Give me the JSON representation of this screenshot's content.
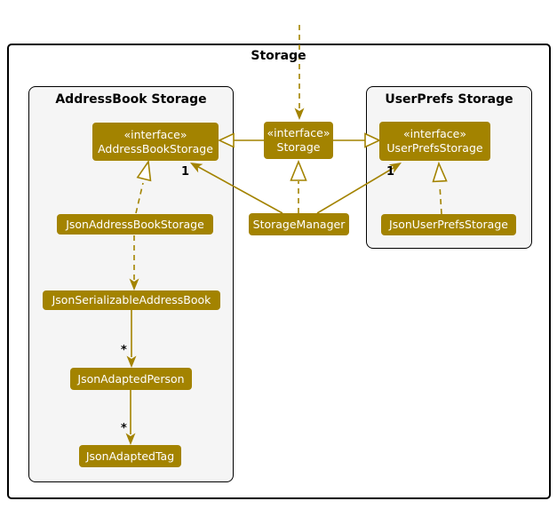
{
  "diagram": {
    "type": "uml-class-diagram",
    "frame_title": "Storage",
    "colors": {
      "node_bg": "#A38300",
      "node_text": "#FFFFFF",
      "line": "#A38300",
      "package_bg": "#F5F5F5",
      "package_border": "#000000",
      "frame_border": "#000000"
    },
    "packages": {
      "address_book": {
        "title": "AddressBook Storage"
      },
      "user_prefs": {
        "title": "UserPrefs Storage"
      }
    },
    "nodes": {
      "address_book_storage": {
        "stereotype": "«interface»",
        "name": "AddressBookStorage"
      },
      "storage": {
        "stereotype": "«interface»",
        "name": "Storage"
      },
      "user_prefs_storage": {
        "stereotype": "«interface»",
        "name": "UserPrefsStorage"
      },
      "json_address_book_storage": {
        "name": "JsonAddressBookStorage"
      },
      "storage_manager": {
        "name": "StorageManager"
      },
      "json_user_prefs_storage": {
        "name": "JsonUserPrefsStorage"
      },
      "json_serializable_address_book": {
        "name": "JsonSerializableAddressBook"
      },
      "json_adapted_person": {
        "name": "JsonAdaptedPerson"
      },
      "json_adapted_tag": {
        "name": "JsonAdaptedTag"
      }
    },
    "labels": {
      "mult_manager_to_address_book": "1",
      "mult_manager_to_user_prefs": "1",
      "mult_serializable_to_person": "*",
      "mult_person_to_tag": "*"
    },
    "edges": [
      {
        "from": "external",
        "to": "storage",
        "type": "dashed-dependency-arrow"
      },
      {
        "from": "storage",
        "to": "address_book_storage",
        "type": "extends-hollow-triangle"
      },
      {
        "from": "storage",
        "to": "user_prefs_storage",
        "type": "extends-hollow-triangle"
      },
      {
        "from": "storage_manager",
        "to": "storage",
        "type": "implements-dashed-hollow-triangle"
      },
      {
        "from": "storage_manager",
        "to": "address_book_storage",
        "type": "association",
        "multiplicity": "1"
      },
      {
        "from": "storage_manager",
        "to": "user_prefs_storage",
        "type": "association",
        "multiplicity": "1"
      },
      {
        "from": "json_address_book_storage",
        "to": "address_book_storage",
        "type": "implements-dashed-hollow-triangle"
      },
      {
        "from": "json_user_prefs_storage",
        "to": "user_prefs_storage",
        "type": "implements-dashed-hollow-triangle"
      },
      {
        "from": "json_address_book_storage",
        "to": "json_serializable_address_book",
        "type": "dashed-dependency-arrow"
      },
      {
        "from": "json_serializable_address_book",
        "to": "json_adapted_person",
        "type": "association",
        "multiplicity": "*"
      },
      {
        "from": "json_adapted_person",
        "to": "json_adapted_tag",
        "type": "association",
        "multiplicity": "*"
      }
    ]
  }
}
